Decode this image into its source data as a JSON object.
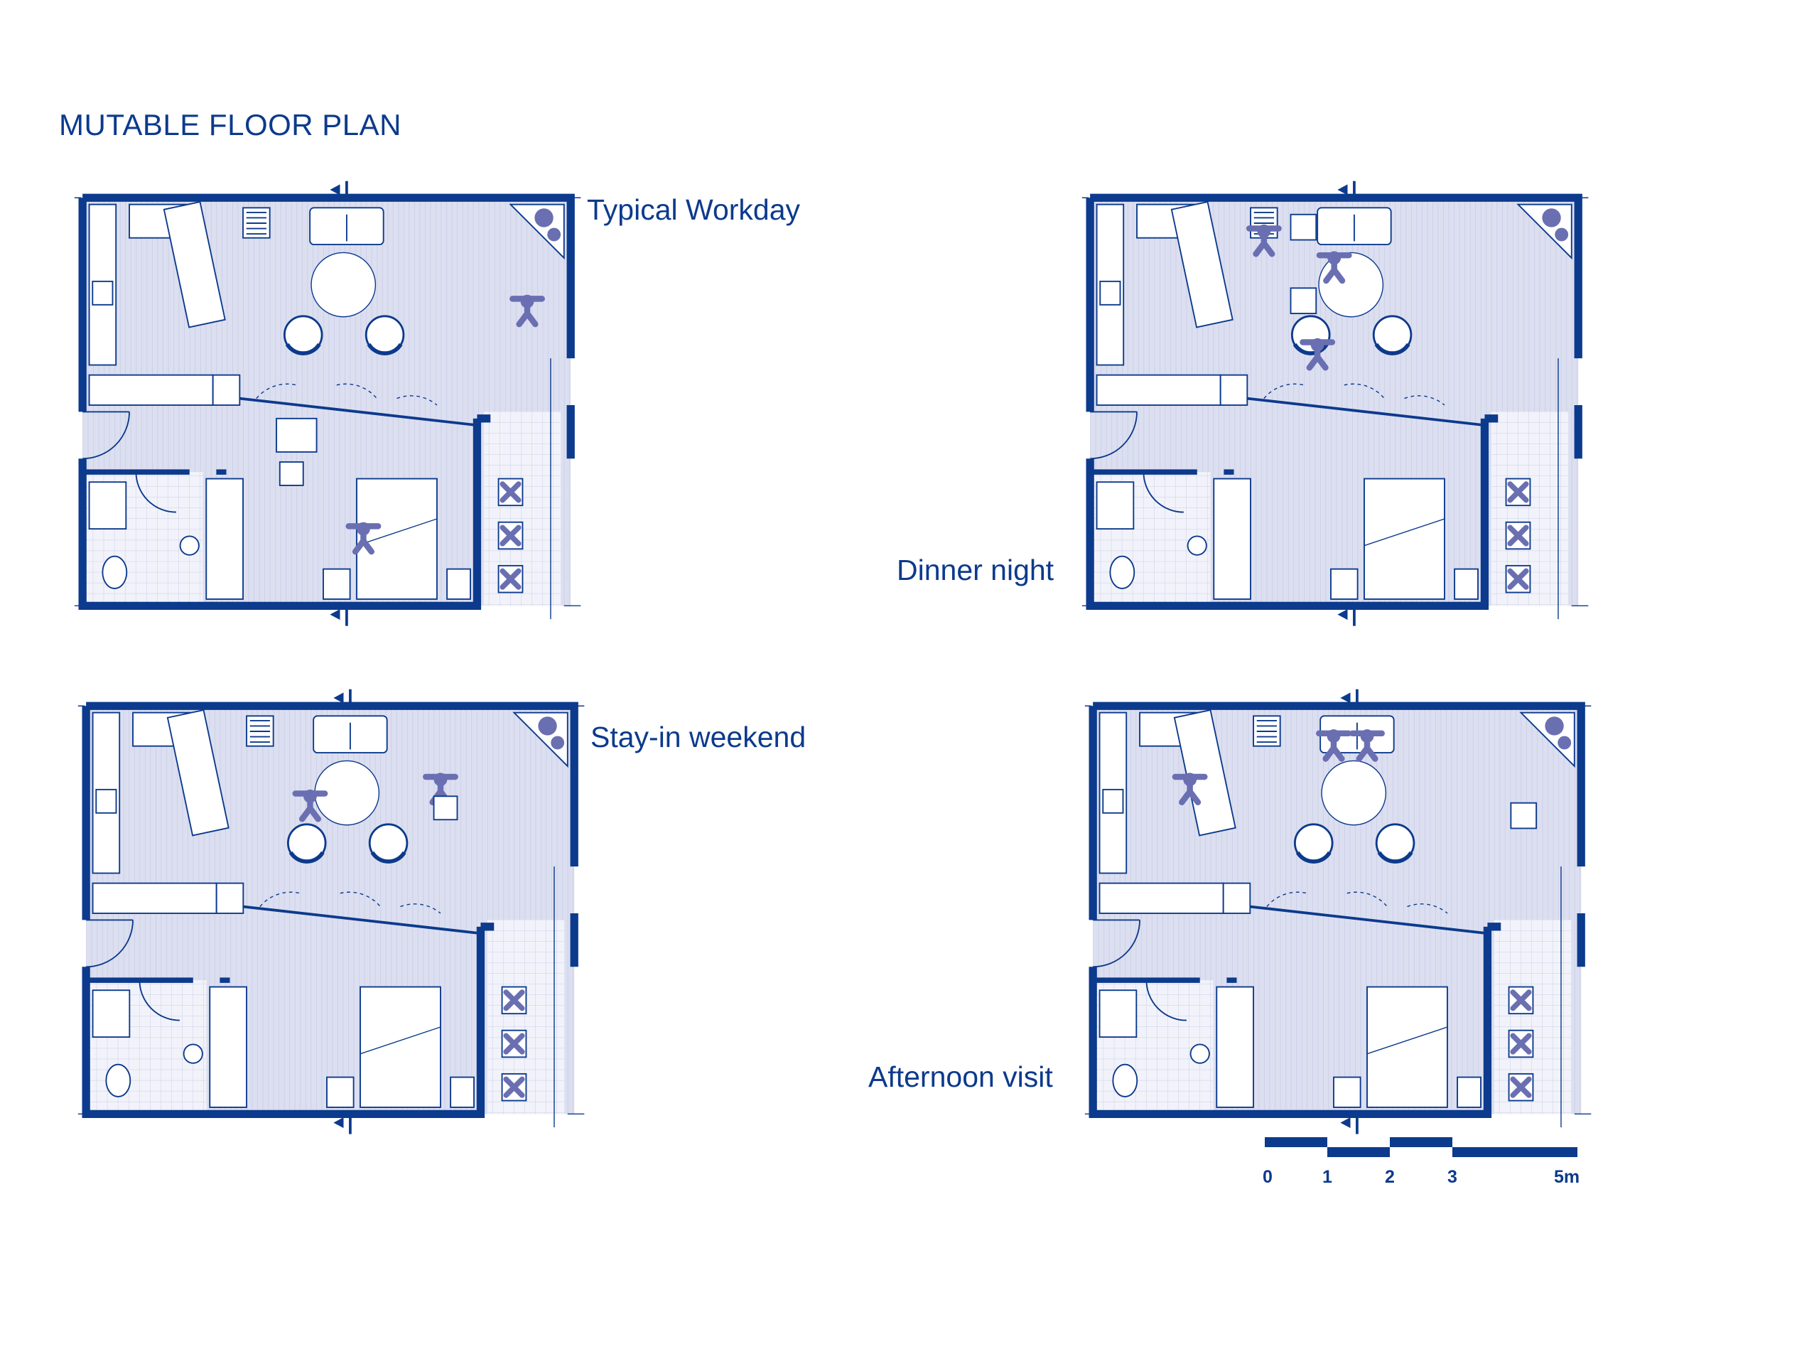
{
  "title": "MUTABLE FLOOR PLAN",
  "colors": {
    "wall": "#0c3a8c",
    "floor": "#dcdff0",
    "furniture": "#ffffff",
    "figure": "#6a6fb2"
  },
  "plans": [
    {
      "label": "Typical Workday"
    },
    {
      "label": "Dinner night"
    },
    {
      "label": "Stay-in weekend"
    },
    {
      "label": "Afternoon visit"
    }
  ],
  "scale": {
    "ticks": [
      "0",
      "1",
      "2",
      "3",
      "5m"
    ]
  }
}
